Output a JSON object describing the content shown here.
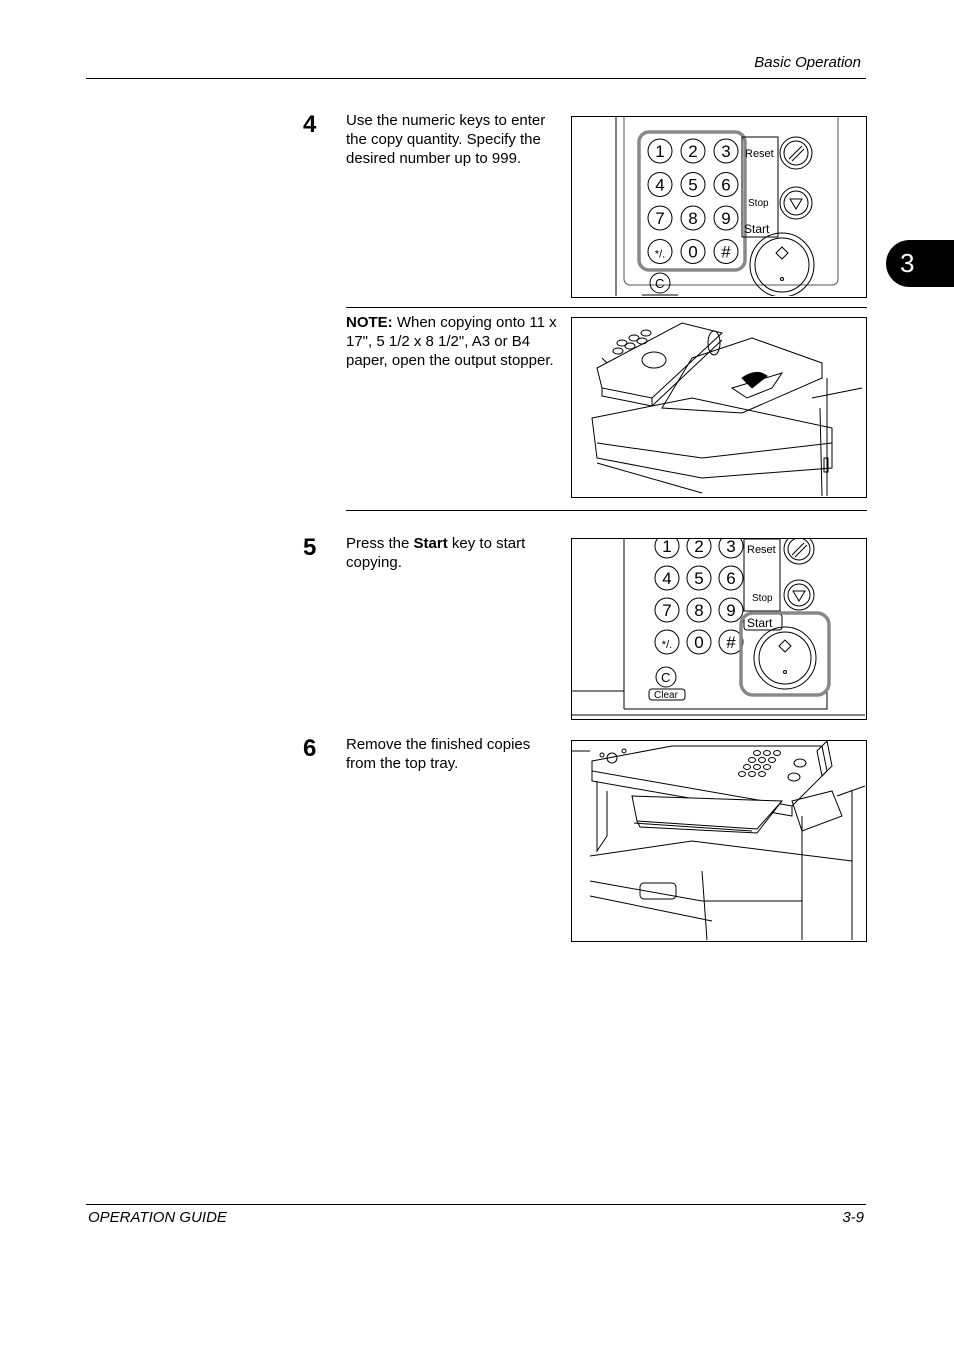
{
  "header": {
    "section_title": "Basic Operation"
  },
  "chapter_tab": "3",
  "steps": [
    {
      "number": "4",
      "text": "Use the numeric keys to enter the copy quantity. Specify the desired number up to 999."
    },
    {
      "number": "5",
      "text_before": "Press the ",
      "text_bold": "Start",
      "text_after": " key to start copying."
    },
    {
      "number": "6",
      "text": "Remove the finished copies from the top tray."
    }
  ],
  "note": {
    "label": "NOTE:",
    "text": " When copying onto 11 x 17\", 5 1/2 x 8 1/2\", A3 or B4 paper, open the output stopper."
  },
  "panel_keys": {
    "digits": [
      "1",
      "2",
      "3",
      "4",
      "5",
      "6",
      "7",
      "8",
      "9",
      "*/.",
      "0",
      "#"
    ],
    "c": "C",
    "clear": "Clear",
    "reset": "Reset",
    "stop": "Stop",
    "start": "Start"
  },
  "footer": {
    "left": "OPERATION GUIDE",
    "right": "3-9"
  }
}
